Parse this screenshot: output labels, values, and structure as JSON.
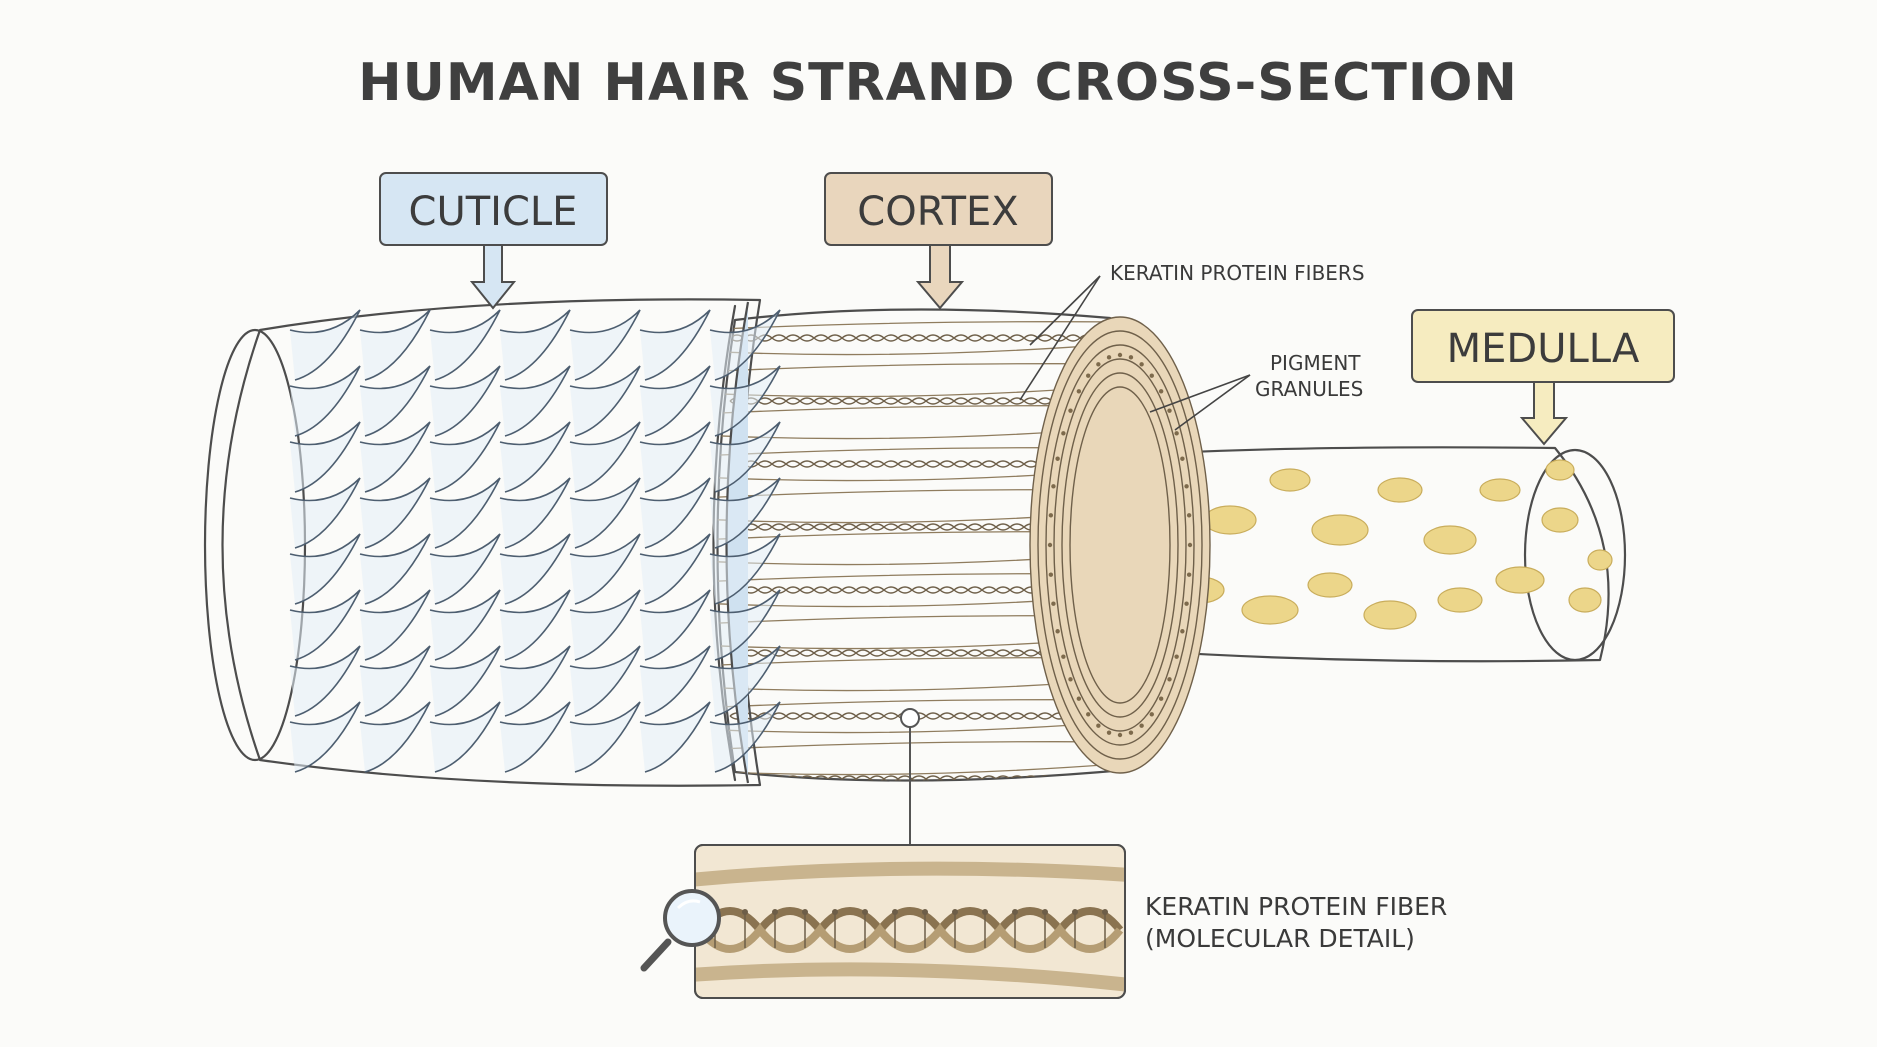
{
  "title": "HUMAN HAIR STRAND CROSS-SECTION",
  "labels": {
    "cuticle": "CUTICLE",
    "cortex": "CORTEX",
    "medulla": "MEDULLA",
    "keratin_fibers": "KERATIN PROTEIN FIBERS",
    "pigment_line1": "PIGMENT",
    "pigment_line2": "GRANULES",
    "detail_line1": "KERATIN PROTEIN FIBER",
    "detail_line2": "(MOLECULAR DETAIL)"
  },
  "colors": {
    "cuticle": "#dbe9f5",
    "cuticle_box": "#d6e6f3",
    "cortex": "#ecdcc2",
    "cortex_box": "#e9d6bd",
    "medulla": "#f4e7b3",
    "medulla_box": "#f6ecc0",
    "medulla_spots": "#ecd68a",
    "outline": "#4d4d4d"
  },
  "icons": {
    "magnifier": "magnifier-icon"
  }
}
